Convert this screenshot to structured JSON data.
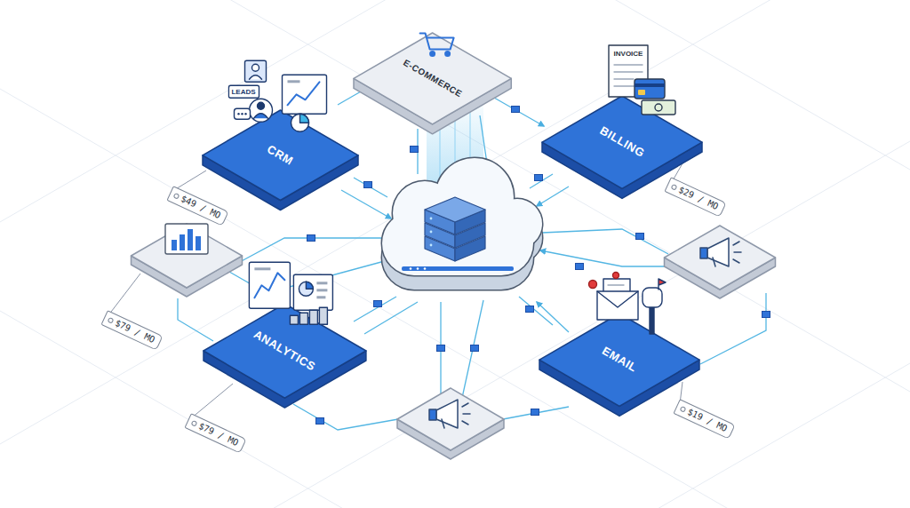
{
  "diagram": {
    "nodes": [
      {
        "text": [
          "E-COMMERCE"
        ]
      },
      {
        "text": [
          "CRM"
        ]
      },
      {
        "text": [
          "BILLING"
        ]
      },
      {
        "text": [
          "$49 / MO"
        ]
      },
      {
        "text": [
          "$29 / MO"
        ]
      },
      {
        "text": [
          "$79 / MO"
        ]
      },
      {
        "text": [
          "ANALYTICS"
        ]
      },
      {
        "text": [
          "EMAIL"
        ]
      },
      {
        "text": [
          "$79 / MO"
        ]
      },
      {
        "text": [
          "$19 / MO"
        ]
      }
    ],
    "labels": [
      "LEADS",
      "INVOICE"
    ]
  }
}
